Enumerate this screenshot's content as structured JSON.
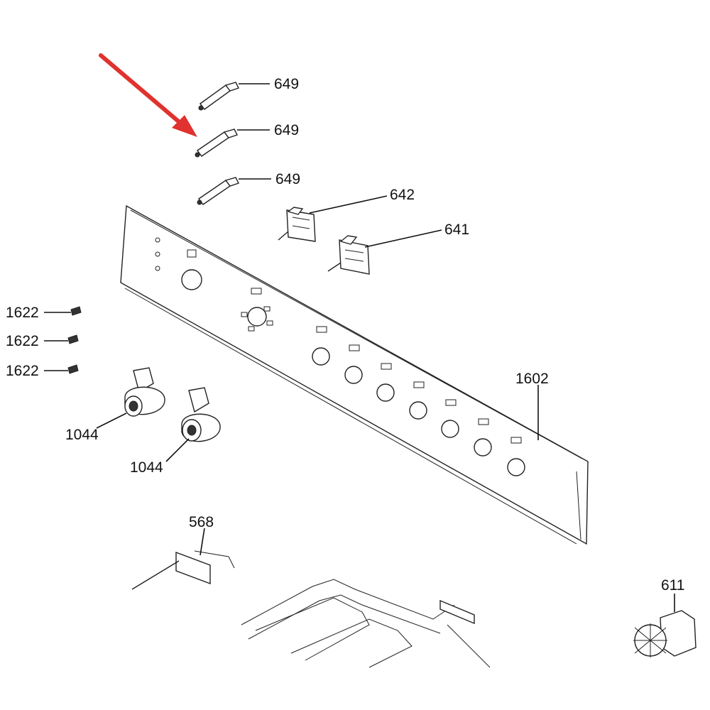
{
  "diagram": {
    "callouts": {
      "igniter_1": "649",
      "igniter_2": "649",
      "igniter_3": "649",
      "switch_642": "642",
      "switch_641": "641",
      "screw_1": "1622",
      "screw_2": "1622",
      "screw_3": "1622",
      "knob_1": "1044",
      "knob_2": "1044",
      "panel": "1602",
      "bracket": "568",
      "motor": "611"
    },
    "colors": {
      "arrow": "#e0322e",
      "line": "#111111"
    }
  }
}
